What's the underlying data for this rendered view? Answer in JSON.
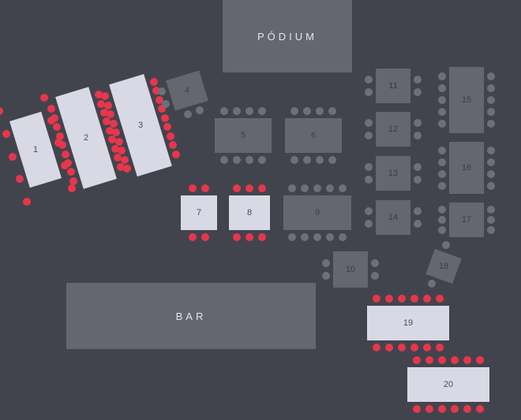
{
  "zones": {
    "podium": "PÓDIUM",
    "bar": "BAR"
  },
  "colors": {
    "background": "#42444d",
    "zone": "#646670",
    "table_free": "#646670",
    "table_booked": "#d8d9e4",
    "seat_free": "#6e7079",
    "seat_booked": "#e8364c"
  },
  "tables": [
    {
      "label": "1",
      "status": "booked"
    },
    {
      "label": "2",
      "status": "booked"
    },
    {
      "label": "3",
      "status": "booked"
    },
    {
      "label": "4",
      "status": "free"
    },
    {
      "label": "5",
      "status": "free"
    },
    {
      "label": "6",
      "status": "free"
    },
    {
      "label": "7",
      "status": "booked"
    },
    {
      "label": "8",
      "status": "booked"
    },
    {
      "label": "9",
      "status": "free"
    },
    {
      "label": "10",
      "status": "free"
    },
    {
      "label": "11",
      "status": "free"
    },
    {
      "label": "12",
      "status": "free"
    },
    {
      "label": "13",
      "status": "free"
    },
    {
      "label": "14",
      "status": "free"
    },
    {
      "label": "15",
      "status": "free"
    },
    {
      "label": "16",
      "status": "free"
    },
    {
      "label": "17",
      "status": "free"
    },
    {
      "label": "18",
      "status": "free"
    },
    {
      "label": "19",
      "status": "booked"
    },
    {
      "label": "20",
      "status": "booked"
    }
  ]
}
